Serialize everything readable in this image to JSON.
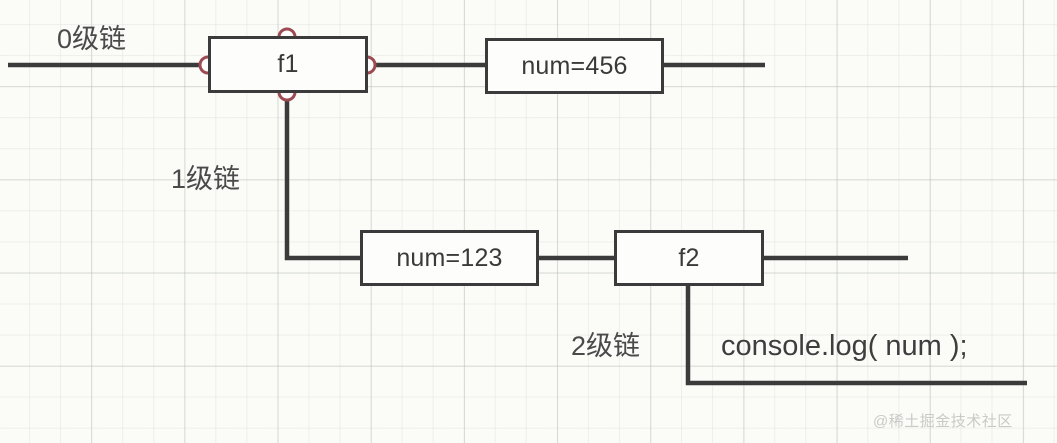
{
  "diagram": {
    "title_labels": {
      "chain0": "0级链",
      "chain1": "1级链",
      "chain2": "2级链"
    },
    "nodes": [
      {
        "id": "f1",
        "label": "f1"
      },
      {
        "id": "num456",
        "label": "num=456"
      },
      {
        "id": "num123",
        "label": "num=123"
      },
      {
        "id": "f2",
        "label": "f2"
      }
    ],
    "code": {
      "console_log": "console.log( num );"
    },
    "colors": {
      "background": "#fbfbf8",
      "grid_major": "#acb4a8",
      "grid_minor": "#bac0b6",
      "wire": "#3b3b3b",
      "node_border": "#3b3b3b",
      "node_fill": "#fdfdfb",
      "port_ring": "#9e4a52",
      "port_fill": "#ffffff",
      "text": "#3a3a3a",
      "watermark": "#c9c9c7"
    }
  },
  "watermark": {
    "text": "@稀土掘金技术社区"
  }
}
